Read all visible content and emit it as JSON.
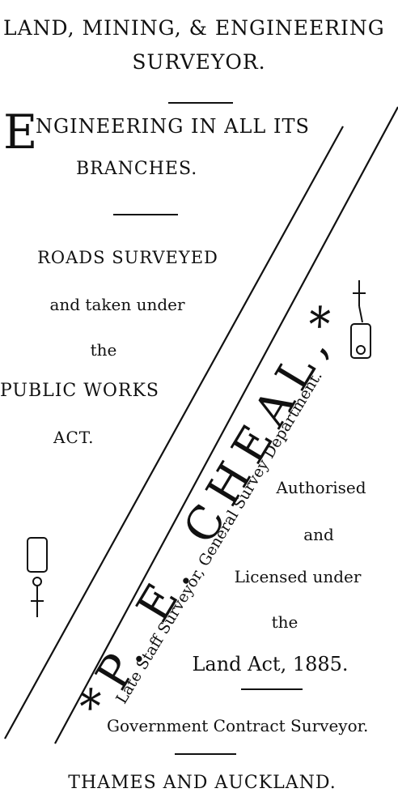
{
  "header": {
    "line1": "LAND, MINING, & ENGINEERING",
    "line2": "SURVEYOR."
  },
  "engineering": {
    "drop_cap": "E",
    "line1_rest": "NGINEERING IN ALL ITS",
    "line2": "BRANCHES."
  },
  "roads": {
    "line1": "ROADS SURVEYED",
    "line2": "and taken under",
    "line3": "the",
    "line4": "PUBLIC WORKS",
    "line5": "ACT."
  },
  "authorised": {
    "line1": "Authorised",
    "line2": "and",
    "line3": "Licensed under",
    "line4": "the",
    "line5": "Land Act, 1885."
  },
  "banner": {
    "name": "*P. E. CHEAL,*",
    "subtitle": "Late Staff Surveyor, General Survey Department."
  },
  "government": "Government Contract Surveyor.",
  "footer": "THAMES AND AUCKLAND."
}
